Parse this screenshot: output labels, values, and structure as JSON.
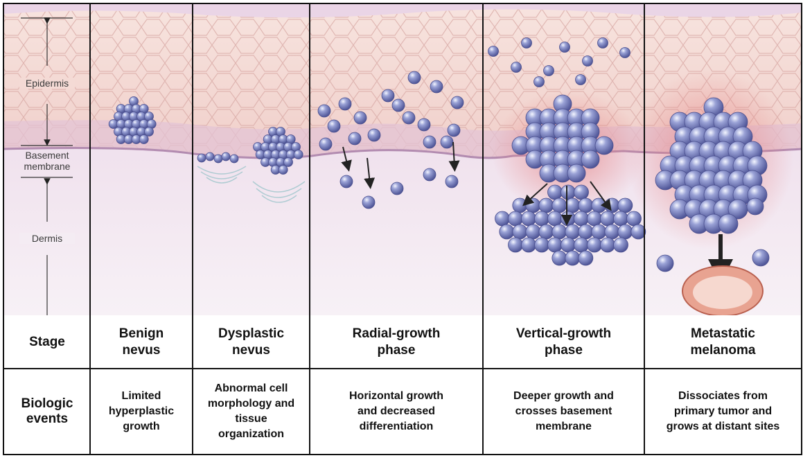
{
  "layers": {
    "epidermis": "Epidermis",
    "basement_membrane": "Basement\nmembrane",
    "dermis": "Dermis"
  },
  "rows": {
    "stage_label": "Stage",
    "events_label": "Biologic\nevents"
  },
  "stages": [
    {
      "name": "Benign\nnevus",
      "event": "Limited\nhyperplastic\ngrowth"
    },
    {
      "name": "Dysplastic\nnevus",
      "event": "Abnormal cell\nmorphology and\ntissue\norganization"
    },
    {
      "name": "Radial-growth\nphase",
      "event": "Horizontal growth\nand decreased\ndifferentiation"
    },
    {
      "name": "Vertical-growth\nphase",
      "event": "Deeper growth and\ncrosses basement\nmembrane"
    },
    {
      "name": "Metastatic\nmelanoma",
      "event": "Dissociates from\nprimary tumor and\ngrows at distant sites"
    }
  ],
  "colors": {
    "epidermis": "#f3d3cf",
    "cell_outline": "#d7a7a3",
    "basal_layer": "#e4c5d8",
    "dermis": "#f1e4ef",
    "melanoma_cell": "#6f76b4",
    "melanoma_highlight": "#dfe3f7",
    "inflammation": "#e88f8f",
    "grid_line": "#111111"
  }
}
